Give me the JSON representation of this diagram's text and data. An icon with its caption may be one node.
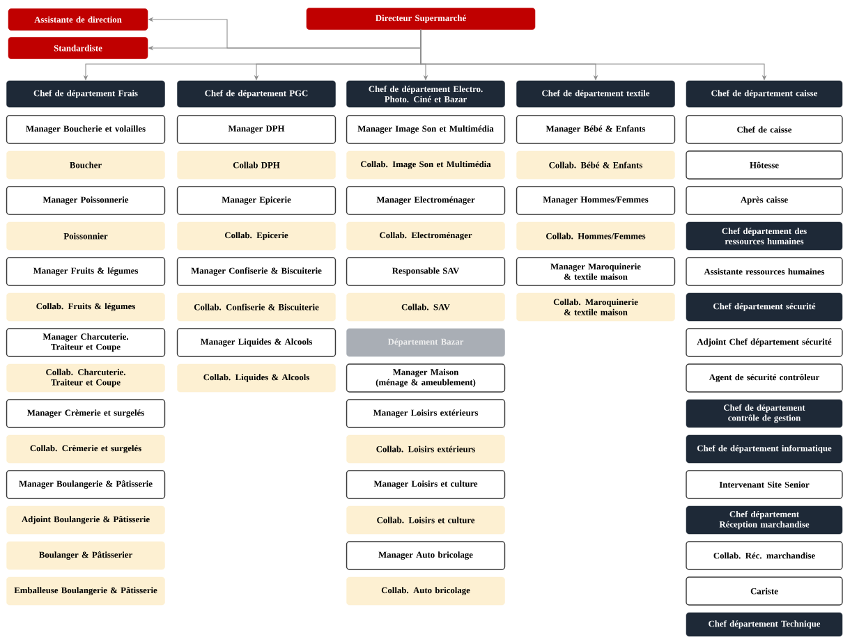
{
  "diagram": {
    "nodes": [
      {
        "text": [
          "Assistante de direction"
        ]
      },
      {
        "text": [
          "Directeur Supermarché"
        ]
      },
      {
        "text": [
          "Standardiste"
        ]
      },
      {
        "text": [
          "Chef de département Frais"
        ]
      },
      {
        "text": [
          "Chef de département PGC"
        ]
      },
      {
        "text": [
          "Chef de département Electro. Photo. Ciné et Bazar"
        ]
      },
      {
        "text": [
          "Chef de département textile"
        ]
      },
      {
        "text": [
          "Chef de département caisse"
        ]
      },
      {
        "text": [
          "Manager Boucherie et volailles"
        ]
      },
      {
        "text": [
          "Boucher"
        ]
      },
      {
        "text": [
          "Manager Poissonnerie"
        ]
      },
      {
        "text": [
          "Poissonnier"
        ]
      },
      {
        "text": [
          "Manager Fruits & légumes"
        ]
      },
      {
        "text": [
          "Collab. Fruits & légumes"
        ]
      },
      {
        "text": [
          "Manager Charcuterie. Traiteur et Coupe"
        ]
      },
      {
        "text": [
          "Collab. Charcuterie. Traiteur et Coupe"
        ]
      },
      {
        "text": [
          "Manager Crèmerie et surgelés"
        ]
      },
      {
        "text": [
          "Collab. Crèmerie et surgelés"
        ]
      },
      {
        "text": [
          "Manager Boulangerie & Pâtisserie"
        ]
      },
      {
        "text": [
          "Adjoint Boulangerie & Pâtisserie"
        ]
      },
      {
        "text": [
          "Boulanger & Pâtisserier"
        ]
      },
      {
        "text": [
          "Emballeuse Boulangerie & Pâtisserie"
        ]
      },
      {
        "text": [
          "Manager DPH"
        ]
      },
      {
        "text": [
          "Collab DPH"
        ]
      },
      {
        "text": [
          "Manager Epicerie"
        ]
      },
      {
        "text": [
          "Collab. Epicerie"
        ]
      },
      {
        "text": [
          "Manager Confiserie & Biscuiterie"
        ]
      },
      {
        "text": [
          "Collab. Confiserie & Biscuiterie"
        ]
      },
      {
        "text": [
          "Manager Liquides & Alcools"
        ]
      },
      {
        "text": [
          "Collab. Liquides & Alcools"
        ]
      },
      {
        "text": [
          "Manager Image Son et Multimédia"
        ]
      },
      {
        "text": [
          "Collab. Image Son et Multimédia"
        ]
      },
      {
        "text": [
          "Manager Electroménager"
        ]
      },
      {
        "text": [
          "Collab. Electroménager"
        ]
      },
      {
        "text": [
          "Responsable SAV"
        ]
      },
      {
        "text": [
          "Collab. SAV"
        ]
      },
      {
        "text": [
          "Département Bazar"
        ]
      },
      {
        "text": [
          "Manager Maison (ménage & ameublement)"
        ]
      },
      {
        "text": [
          "Manager Loisirs extérieurs"
        ]
      },
      {
        "text": [
          "Collab. Loisirs extérieurs"
        ]
      },
      {
        "text": [
          "Manager Loisirs et culture"
        ]
      },
      {
        "text": [
          "Collab. Loisirs et culture"
        ]
      },
      {
        "text": [
          "Manager Auto bricolage"
        ]
      },
      {
        "text": [
          "Collab. Auto bricolage"
        ]
      },
      {
        "text": [
          "Manager Bébé & Enfants"
        ]
      },
      {
        "text": [
          "Collab. Bébé & Enfants"
        ]
      },
      {
        "text": [
          "Manager Hommes/Femmes"
        ]
      },
      {
        "text": [
          "Collab. Hommes/Femmes"
        ]
      },
      {
        "text": [
          "Manager Maroquinerie & textile maison"
        ]
      },
      {
        "text": [
          "Collab. Maroquinerie & textile maison"
        ]
      },
      {
        "text": [
          "Chef de caisse"
        ]
      },
      {
        "text": [
          "Hôtesse"
        ]
      },
      {
        "text": [
          "Après caisse"
        ]
      },
      {
        "text": [
          "Chef département des ressources humaines"
        ]
      },
      {
        "text": [
          "Assistante ressources humaines"
        ]
      },
      {
        "text": [
          "Chef département sécurité"
        ]
      },
      {
        "text": [
          "Adjoint Chef département sécurité"
        ]
      },
      {
        "text": [
          "Agent de sécurité contrôleur"
        ]
      },
      {
        "text": [
          "Chef de département contrôle de gestion"
        ]
      },
      {
        "text": [
          "Chef de département informatique"
        ]
      },
      {
        "text": [
          "Intervenant Site Senior"
        ]
      },
      {
        "text": [
          "Chef département Réception marchandise"
        ]
      },
      {
        "text": [
          "Collab. Réc. marchandise"
        ]
      },
      {
        "text": [
          "Cariste"
        ]
      },
      {
        "text": [
          "Chef département Technique"
        ]
      }
    ],
    "edges": [
      {
        "from": 1,
        "to": 0,
        "arrow": "to"
      },
      {
        "from": 1,
        "to": 2,
        "arrow": "to"
      },
      {
        "from": 1,
        "to": 3,
        "arrow": "to"
      },
      {
        "from": 1,
        "to": 4,
        "arrow": "to"
      },
      {
        "from": 1,
        "to": 5,
        "arrow": "to"
      },
      {
        "from": 1,
        "to": 6,
        "arrow": "to"
      },
      {
        "from": 1,
        "to": 7,
        "arrow": "to"
      }
    ]
  }
}
